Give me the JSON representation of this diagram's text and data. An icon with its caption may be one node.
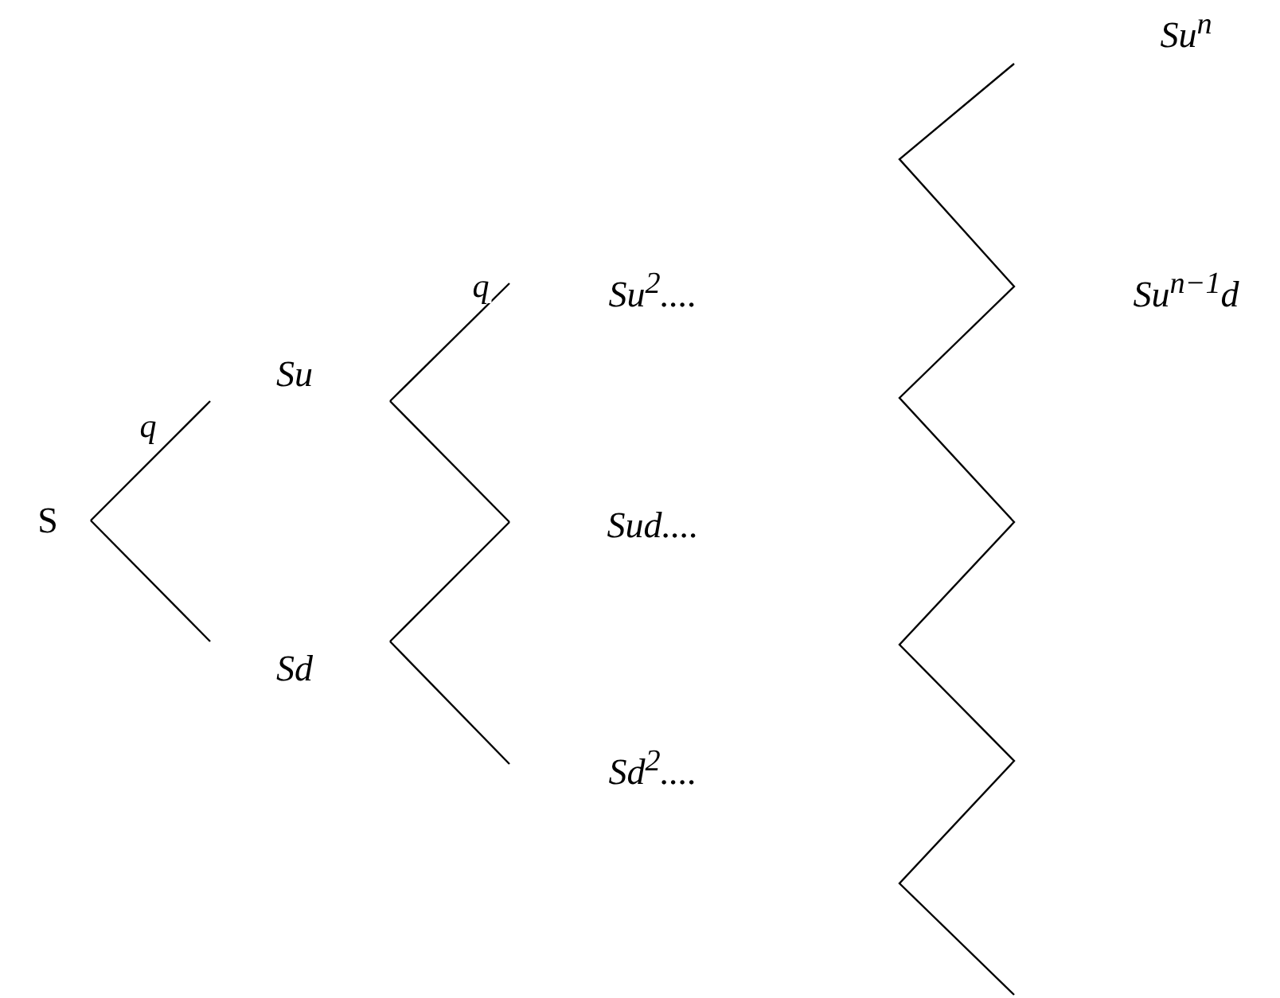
{
  "diagram": {
    "nodes": [
      {
        "text": [
          "S"
        ]
      },
      {
        "text": [
          "Su"
        ]
      },
      {
        "text": [
          "Sd"
        ]
      },
      {
        "text": [
          "Su$^{2}$...."
        ]
      },
      {
        "text": [
          "Sud...."
        ]
      },
      {
        "text": [
          "Sd$^{2}$...."
        ]
      },
      {
        "text": [
          "Su$^{n}$"
        ]
      },
      {
        "text": [
          "Su$^{n−1}$d"
        ]
      }
    ],
    "edges": [
      {
        "from": 0,
        "to": 1,
        "arrow": "none",
        "label": "q"
      },
      {
        "from": 0,
        "to": 2,
        "arrow": "none"
      },
      {
        "from": 1,
        "to": 3,
        "arrow": "none",
        "label": "q"
      },
      {
        "from": 1,
        "to": 4,
        "arrow": "none"
      },
      {
        "from": 2,
        "to": 4,
        "arrow": "none"
      },
      {
        "from": 2,
        "to": 5,
        "arrow": "none"
      }
    ]
  }
}
